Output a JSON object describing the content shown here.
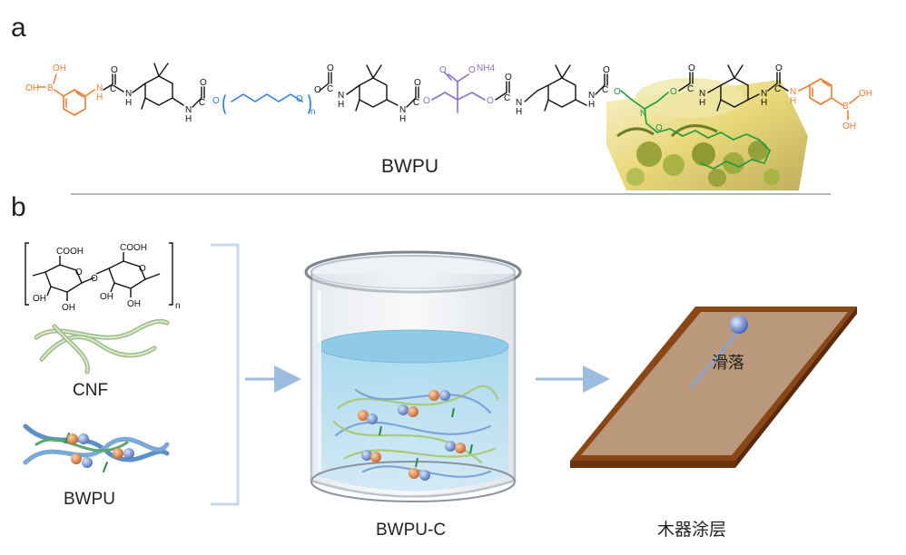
{
  "panel_a": {
    "letter": "a",
    "caption": "BWPU"
  },
  "panel_b": {
    "letter": "b"
  },
  "chem": {
    "boron": "B",
    "oh": "OH",
    "nh": "N",
    "h": "H",
    "c": "C",
    "o": "O",
    "n_sub": "n",
    "ammonium": "NH4",
    "cooh": "COOH"
  },
  "labels": {
    "cnf": "CNF",
    "bwpu": "BWPU",
    "beaker": "BWPU-C",
    "wood_coating": "木器涂层",
    "slide": "滑落"
  },
  "colors": {
    "orange": "#f07d2e",
    "blue": "#2a7fdc",
    "purple": "#8a6fc9",
    "green": "#1f9a3c",
    "arrow": "#9dbde0"
  }
}
